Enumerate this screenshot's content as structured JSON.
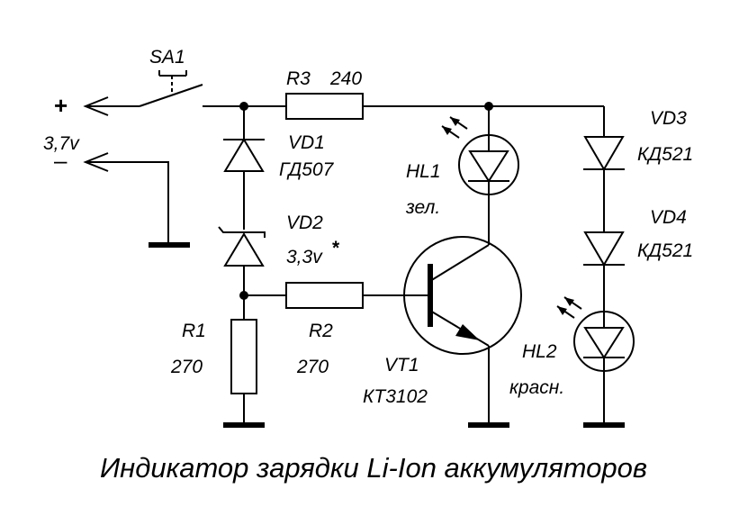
{
  "title": "Индикатор зарядки Li-Ion аккумуляторов",
  "terminals": {
    "plus": "+",
    "minus": "–",
    "voltage": "3,7v"
  },
  "switch": {
    "ref": "SA1"
  },
  "r3": {
    "ref": "R3",
    "value": "240"
  },
  "vd1": {
    "ref": "VD1",
    "value": "ГД507"
  },
  "vd2": {
    "ref": "VD2",
    "value": "3,3v",
    "mark": "*"
  },
  "r1": {
    "ref": "R1",
    "value": "270"
  },
  "r2": {
    "ref": "R2",
    "value": "270"
  },
  "hl1": {
    "ref": "HL1",
    "color": "зел."
  },
  "vt1": {
    "ref": "VT1",
    "value": "КТ3102"
  },
  "vd3": {
    "ref": "VD3",
    "value": "КД521"
  },
  "vd4": {
    "ref": "VD4",
    "value": "КД521"
  },
  "hl2": {
    "ref": "HL2",
    "color": "красн."
  }
}
